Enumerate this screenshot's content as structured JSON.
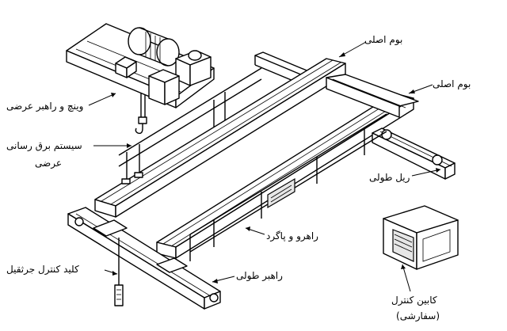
{
  "labels": {
    "main_girder_1": "بوم اصلی",
    "main_girder_2": "بوم اصلی",
    "winch_trolley": "وینچ و راهبر عرضی",
    "cross_power_line": "سیستم برق رسانی",
    "cross_power_line_2": "عرضی",
    "long_rail": "ریل طولی",
    "walkway": "راهرو و پاگرد",
    "long_drive": "راهبر طولی",
    "pendant": "کلید کنترل جرثقیل",
    "cabin_1": "کابین کنترل",
    "cabin_2": "(سفارشی)"
  }
}
